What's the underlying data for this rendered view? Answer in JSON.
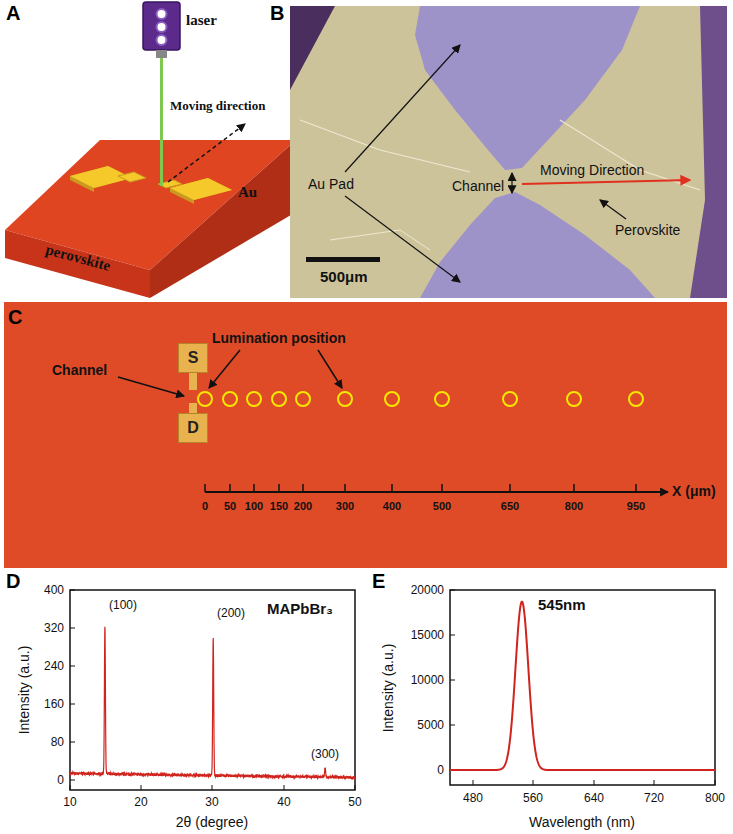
{
  "diagram": {
    "nodes": [
      {
        "text": [
          "S"
        ]
      },
      {
        "text": [
          "D"
        ]
      }
    ],
    "labels": [
      "A",
      "laser",
      "Moving direction",
      "Au",
      "perovskite",
      "B",
      "Au Pad",
      "Channel",
      "Moving Direction",
      "Perovskite",
      "500μm",
      "C",
      "Channel",
      "Lumination position",
      "0",
      "50",
      "100",
      "150",
      "200",
      "300",
      "400",
      "500",
      "650",
      "800",
      "950",
      "X (μm)",
      "D",
      "400",
      "320",
      "240",
      "160",
      "80",
      "0",
      "10",
      "20",
      "30",
      "40",
      "50",
      "Intensity (a.u.)",
      "2θ (degree)",
      "(100)",
      "(200)",
      "(300)",
      "MAPbBr₃",
      "E",
      "20000",
      "15000",
      "10000",
      "5000",
      "0",
      "480",
      "560",
      "640",
      "720",
      "800",
      "Intensity (a.u.)",
      "Wavelength (nm)",
      "545nm"
    ]
  }
}
